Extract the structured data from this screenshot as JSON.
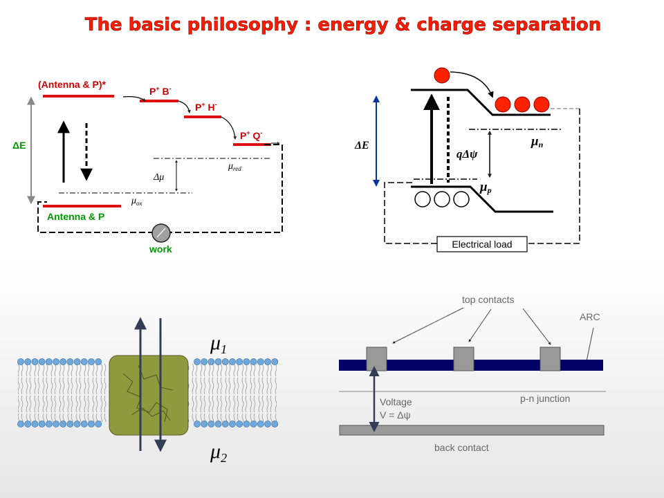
{
  "slide": {
    "title": "The basic philosophy : energy & charge separation"
  },
  "photosynthesis": {
    "excited_level": "(Antenna & P)*",
    "pb_level_main": "P",
    "pb_level_sup": "+",
    "pb_level_b": " B",
    "pb_level_minus": "-",
    "ph_level_main": "P",
    "ph_level_sup": "+",
    "ph_level_h": " H",
    "ph_level_minus": "-",
    "pq_level_main": "P",
    "pq_level_sup": "+",
    "pq_level_q": " Q",
    "pq_level_minus": "-",
    "delta_e": "ΔE",
    "delta_mu": "Δμ",
    "mu_red_mu": "μ",
    "mu_red_sub": "red",
    "mu_ox_mu": "μ",
    "mu_ox_sub": "ox",
    "ground_level": "Antenna & P",
    "work_label": "work"
  },
  "semiconductor": {
    "delta_e": "ΔE",
    "q_delta_psi": "qΔψ",
    "mu_n_mu": "μ",
    "mu_n_sub": "n",
    "mu_p_mu": "μ",
    "mu_p_sub": "p",
    "load_label": "Electrical load"
  },
  "membrane": {
    "mu1_mu": "μ",
    "mu1_sub": "1",
    "mu2_mu": "μ",
    "mu2_sub": "2"
  },
  "solar_cell": {
    "top_contacts": "top contacts",
    "arc": "ARC",
    "pn_junction": "p-n junction",
    "voltage_line1": "Voltage",
    "voltage_line2": "V = Δψ",
    "back_contact": "back contact"
  },
  "colors": {
    "title": "#ff1a00",
    "level_red": "#dd1111",
    "label_red": "#cc0000",
    "label_green": "#009900",
    "electron_red": "#ff2200",
    "delta_e_blue": "#003399",
    "navy_layer": "#000066",
    "membrane_box": "#8e9a3e",
    "lipid_head": "#6fa8dc"
  }
}
